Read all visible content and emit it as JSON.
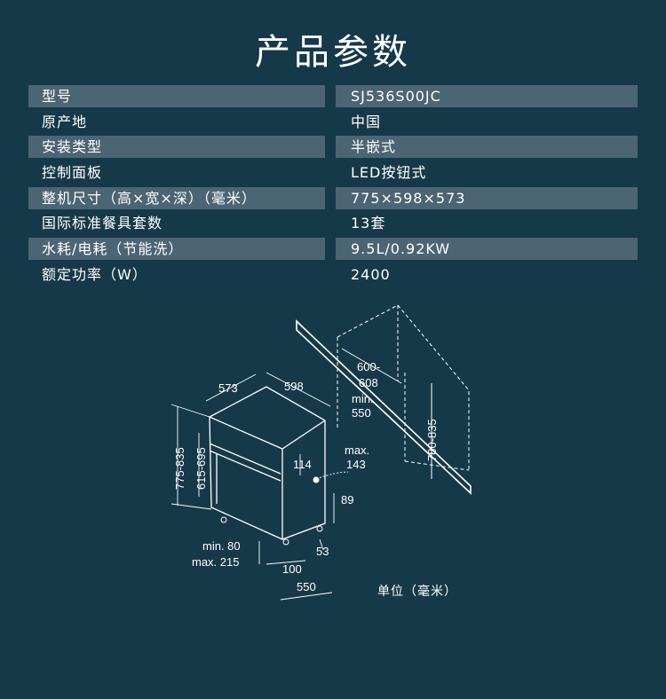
{
  "title": "产品参数",
  "specs": [
    {
      "label": "型号",
      "value": "SJ536S00JC"
    },
    {
      "label": "原产地",
      "value": "中国"
    },
    {
      "label": "安装类型",
      "value": "半嵌式"
    },
    {
      "label": "控制面板",
      "value": "LED按钮式"
    },
    {
      "label": "整机尺寸（高×宽×深）（毫米）",
      "value": "775×598×573"
    },
    {
      "label": "国际标准餐具套数",
      "value": "13套"
    },
    {
      "label": "水耗/电耗（节能洗）",
      "value": "9.5L/0.92KW"
    },
    {
      "label": "额定功率（W）",
      "value": "2400"
    }
  ],
  "diagram": {
    "depth": "573",
    "width": "598",
    "niche_depth_1": "600-",
    "niche_depth_2": "608",
    "min_label": "min.",
    "min_value": "550",
    "height_total": "775-835",
    "height_body": "615-695",
    "niche_height": "780-835",
    "max_label": "max.",
    "max_value": "143",
    "dim_114": "114",
    "dim_89": "89",
    "foot_min": "min. 80",
    "foot_max": "max. 215",
    "dim_53": "53",
    "dim_100": "100",
    "dim_550": "550"
  },
  "unit_note": "单位（毫米）"
}
